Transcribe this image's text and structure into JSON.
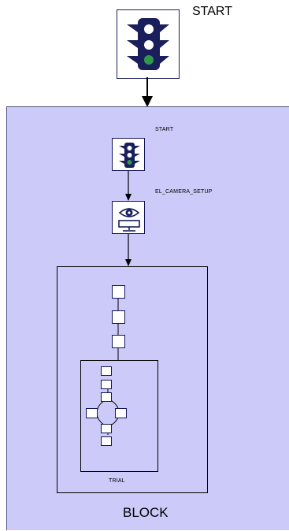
{
  "diagram": {
    "top_node": {
      "label": "START",
      "icon": "traffic-light-icon"
    },
    "block": {
      "label": "BLOCK",
      "nodes": [
        {
          "label": "START",
          "icon": "traffic-light-icon"
        },
        {
          "label": "EL_CAMERA_SETUP",
          "icon": "eye-camera-icon"
        }
      ],
      "trial_frame": {
        "label": "TRIAL"
      }
    }
  },
  "colors": {
    "panel_fill": "#cccaf8",
    "icon_navy": "#1a1f5c",
    "light_green": "#2f9a4a"
  }
}
